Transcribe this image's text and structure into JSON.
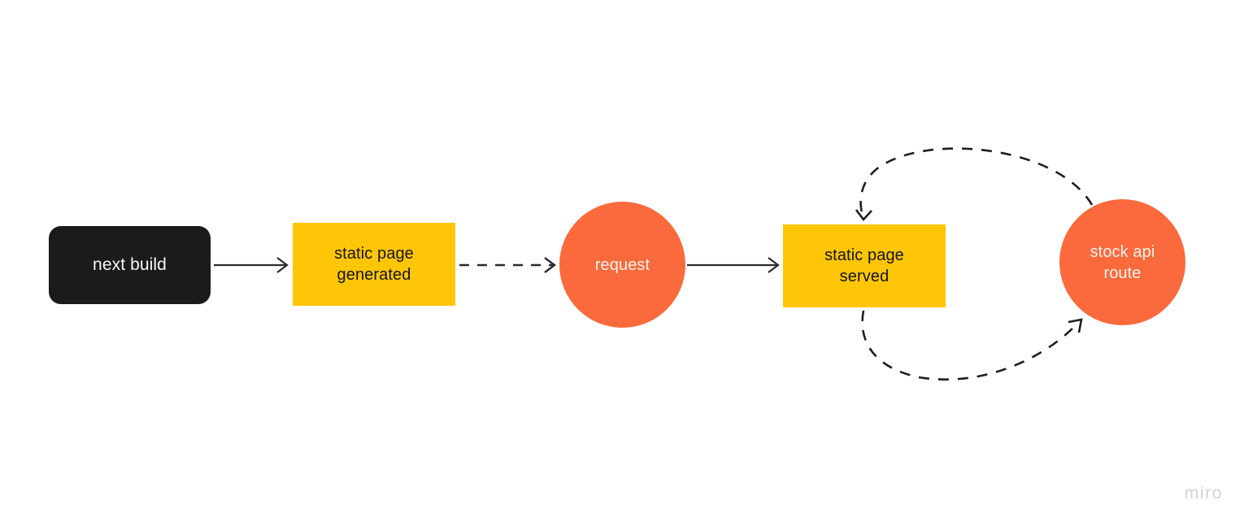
{
  "diagram": {
    "background_color": "#ffffff",
    "nodes": [
      {
        "id": "next-build",
        "label": "next build",
        "shape": "rounded-rect",
        "fill": "#1b1b1b",
        "text_color": "#f7f7f7"
      },
      {
        "id": "static-page-generated",
        "label": "static page\ngenerated",
        "shape": "rect",
        "fill": "#ffc608",
        "text_color": "#141414"
      },
      {
        "id": "request",
        "label": "request",
        "shape": "circle",
        "fill": "#fa6a3c",
        "text_color": "#fdf3ee"
      },
      {
        "id": "static-page-served",
        "label": "static page\nserved",
        "shape": "rect",
        "fill": "#ffc608",
        "text_color": "#141414"
      },
      {
        "id": "stock-api-route",
        "label": "stock api\nroute",
        "shape": "circle",
        "fill": "#fa6a3c",
        "text_color": "#fdf3ee"
      }
    ],
    "edges": [
      {
        "id": "edge-build-to-generated",
        "from": "next-build",
        "to": "static-page-generated",
        "style": "solid",
        "arrow": "end",
        "color": "#2b2b2b"
      },
      {
        "id": "edge-generated-to-request",
        "from": "static-page-generated",
        "to": "request",
        "style": "dashed",
        "arrow": "end",
        "color": "#2b2b2b"
      },
      {
        "id": "edge-request-to-served",
        "from": "request",
        "to": "static-page-served",
        "style": "solid",
        "arrow": "end",
        "color": "#2b2b2b"
      },
      {
        "id": "edge-served-to-stock-api",
        "from": "static-page-served",
        "to": "stock-api-route",
        "style": "dashed",
        "arrow": "end",
        "color": "#2b2b2b"
      },
      {
        "id": "edge-stock-api-to-served",
        "from": "stock-api-route",
        "to": "static-page-served",
        "style": "dashed",
        "arrow": "end",
        "color": "#2b2b2b"
      }
    ]
  },
  "watermark": {
    "label": "miro",
    "color": "#d2d2d6"
  }
}
